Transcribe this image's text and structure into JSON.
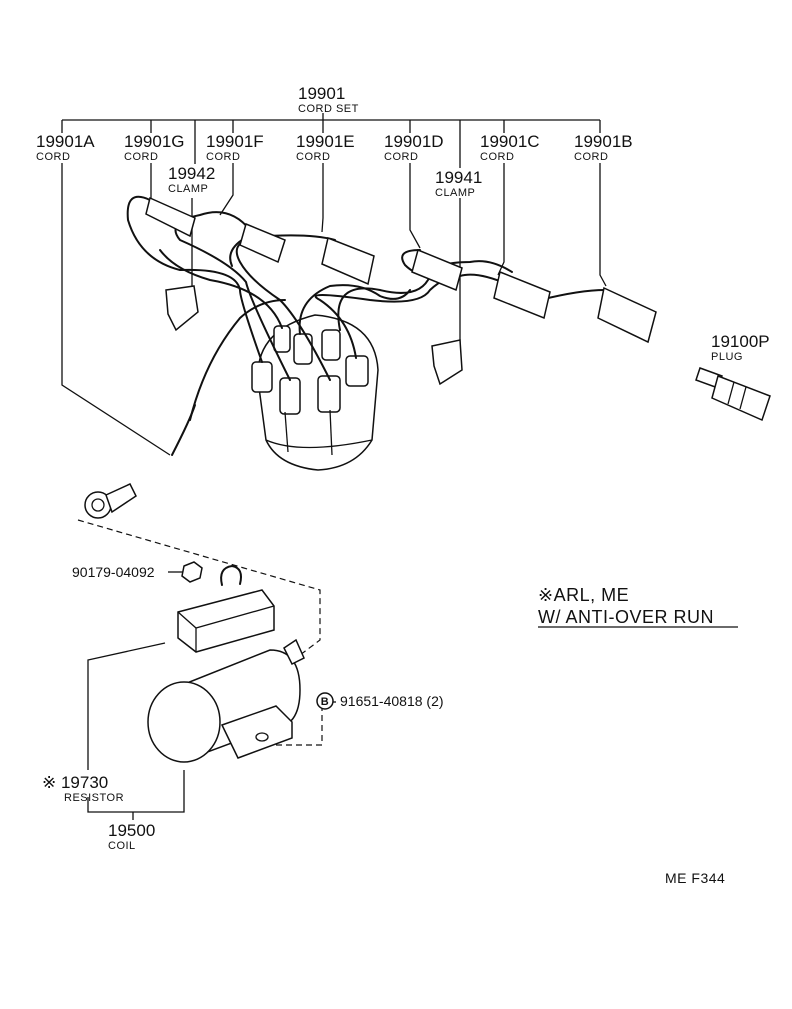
{
  "labels": {
    "cord_set": {
      "part": "19901",
      "name": "CORD SET"
    },
    "cord_a": {
      "part": "19901A",
      "name": "CORD"
    },
    "cord_g": {
      "part": "19901G",
      "name": "CORD"
    },
    "cord_f": {
      "part": "19901F",
      "name": "CORD"
    },
    "cord_e": {
      "part": "19901E",
      "name": "CORD"
    },
    "cord_d": {
      "part": "19901D",
      "name": "CORD"
    },
    "cord_c": {
      "part": "19901C",
      "name": "CORD"
    },
    "cord_b": {
      "part": "19901B",
      "name": "CORD"
    },
    "clamp_19942": {
      "part": "19942",
      "name": "CLAMP"
    },
    "clamp_19941": {
      "part": "19941",
      "name": "CLAMP"
    },
    "plug": {
      "part": "19100P",
      "name": "PLUG"
    },
    "nut": {
      "part": "90179-04092"
    },
    "bolt": {
      "marker": "B",
      "part": "91651-40818 (2)"
    },
    "resistor": {
      "part": "※ 19730",
      "name": "RESISTOR"
    },
    "coil": {
      "part": "19500",
      "name": "COIL"
    }
  },
  "note": {
    "line1": "※ARL, ME",
    "line2": "W/ ANTI-OVER  RUN"
  },
  "figure_ref": "ME  F344"
}
